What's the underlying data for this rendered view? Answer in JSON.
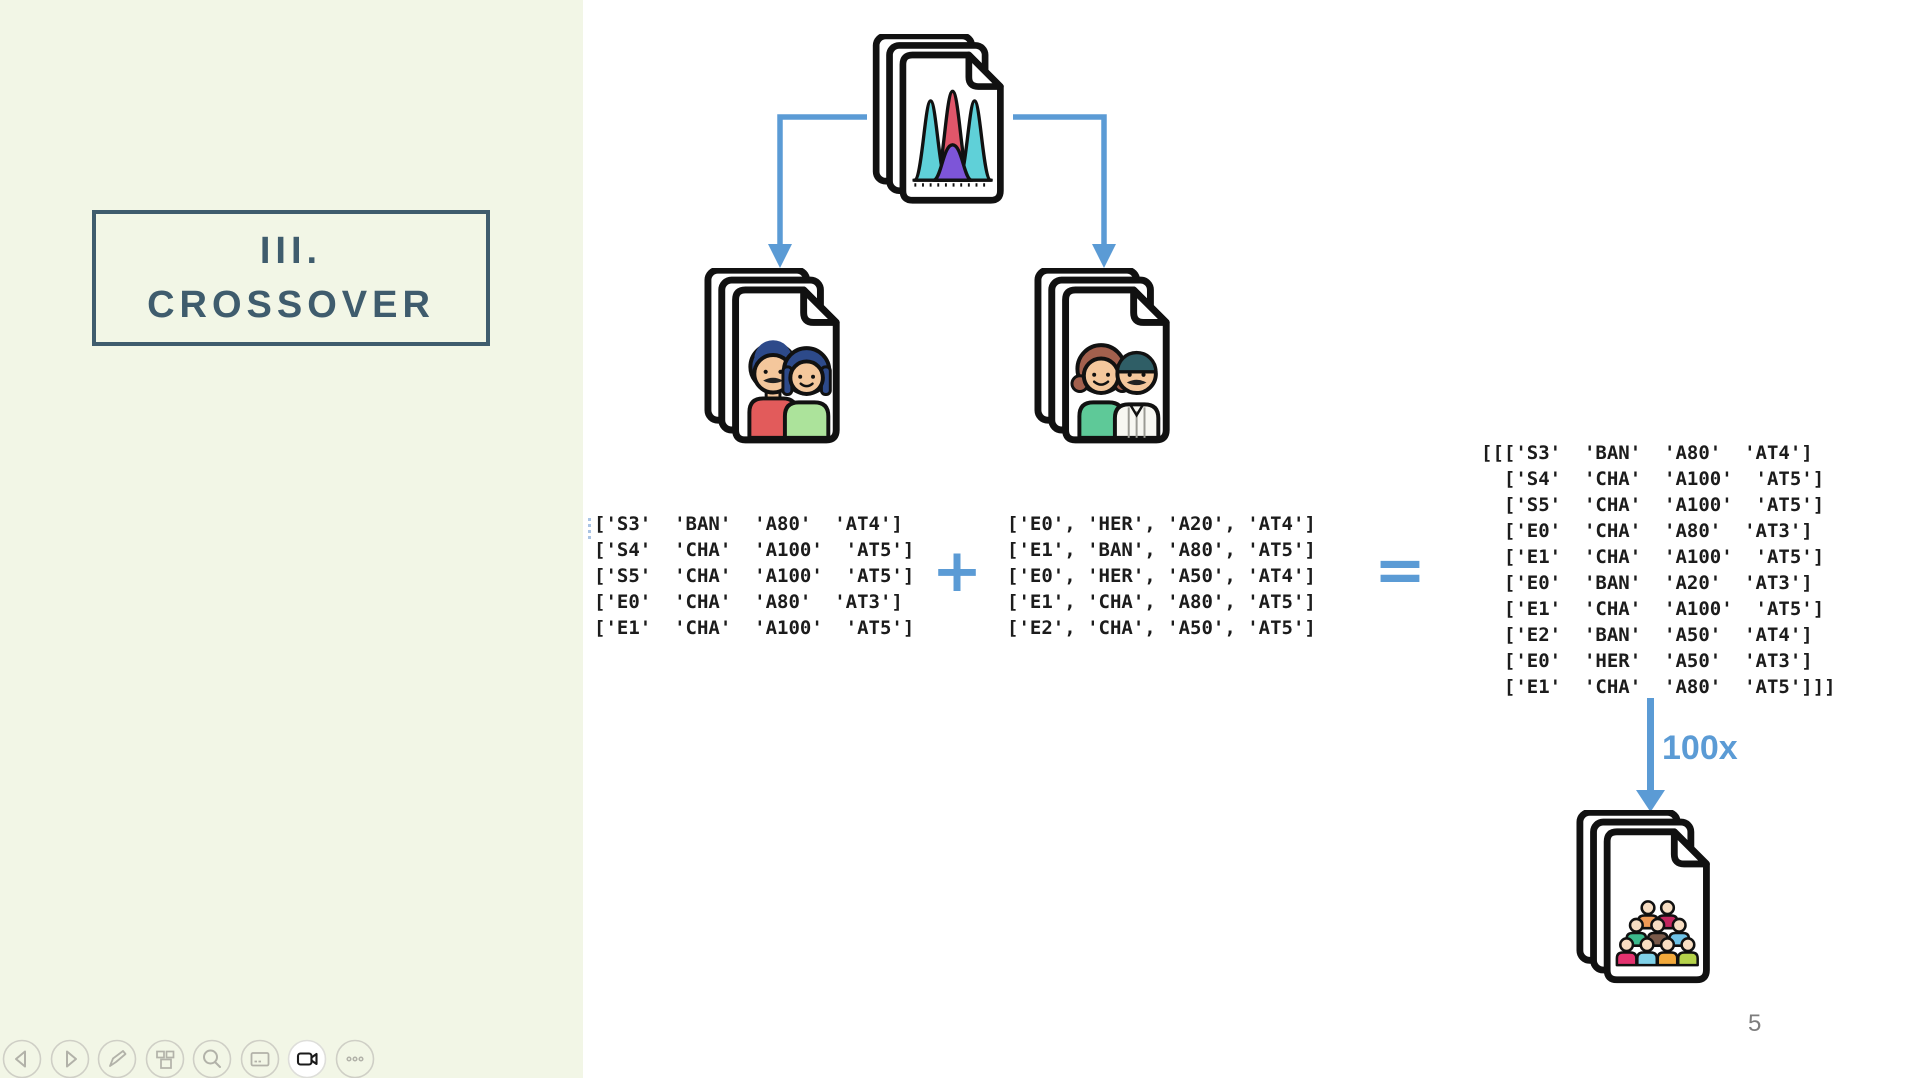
{
  "slide": {
    "number": "5",
    "section_title": {
      "line1": "III.",
      "line2": "CROSSOVER"
    },
    "operators": {
      "plus": "+",
      "equals": "="
    },
    "repeat_label": "100x",
    "parent_a_lines": [
      "['S3'  'BAN'  'A80'  'AT4']",
      "['S4'  'CHA'  'A100'  'AT5']",
      "['S5'  'CHA'  'A100'  'AT5']",
      "['E0'  'CHA'  'A80'  'AT3']",
      "['E1'  'CHA'  'A100'  'AT5']"
    ],
    "parent_b_lines": [
      "['E0', 'HER', 'A20', 'AT4']",
      "['E1', 'BAN', 'A80', 'AT5']",
      "['E0', 'HER', 'A50', 'AT4']",
      "['E1', 'CHA', 'A80', 'AT5']",
      "['E2', 'CHA', 'A50', 'AT5']"
    ],
    "offspring_lines": [
      "[[['S3'  'BAN'  'A80'  'AT4']",
      "  ['S4'  'CHA'  'A100'  'AT5']",
      "  ['S5'  'CHA'  'A100'  'AT5']",
      "  ['E0'  'CHA'  'A80'  'AT3']",
      "  ['E1'  'CHA'  'A100'  'AT5']",
      "  ['E0'  'BAN'  'A20'  'AT3']",
      "  ['E1'  'CHA'  'A100'  'AT5']",
      "  ['E2'  'BAN'  'A50'  'AT4']",
      "  ['E0'  'HER'  'A50'  'AT3']",
      "  ['E1'  'CHA'  'A80'  'AT5']]]"
    ]
  },
  "icons": {
    "top": "distribution-document-stack-icon",
    "left": "parents-a-document-stack-icon",
    "right": "parents-b-document-stack-icon",
    "bottom": "population-document-stack-icon",
    "arrows": [
      "branch-left-arrow",
      "branch-right-arrow",
      "repeat-down-arrow"
    ]
  },
  "colors": {
    "accent_blue": "#5b9bd5",
    "title": "#3f5c6d",
    "panel_bg": "#f2f6e6",
    "code_text": "#1c1c1c",
    "page_number": "#7d7d7d"
  },
  "toolbar": {
    "buttons": [
      {
        "icon": "previous-slide-icon"
      },
      {
        "icon": "next-slide-icon"
      },
      {
        "icon": "pen-icon"
      },
      {
        "icon": "all-slides-icon"
      },
      {
        "icon": "zoom-icon"
      },
      {
        "icon": "captions-icon"
      },
      {
        "icon": "camera-icon",
        "active": true
      },
      {
        "icon": "more-options-icon"
      }
    ]
  }
}
